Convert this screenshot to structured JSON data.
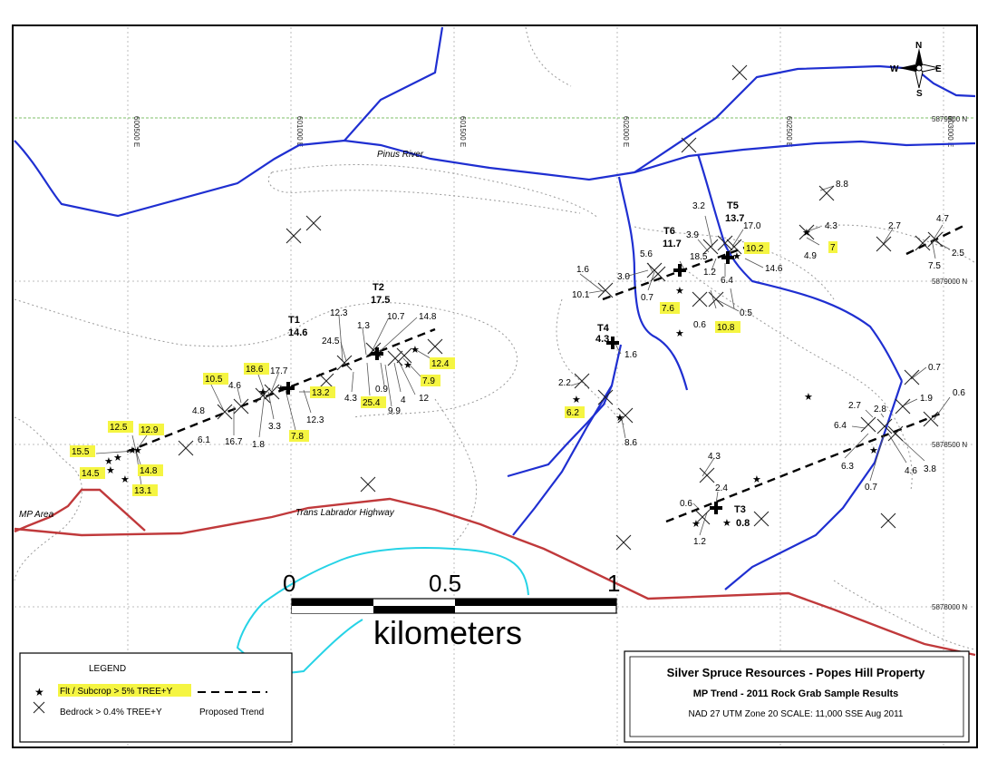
{
  "map": {
    "river_label": "Pinus River",
    "highway_label": "Trans Labrador Highway",
    "area_label": "MP Area",
    "grid_east": [
      "600500 E",
      "601000 E",
      "601500 E",
      "602000 E",
      "602500 E",
      "603000 E"
    ],
    "grid_north": [
      "5879500 N",
      "5879000 N",
      "5878500 N",
      "5878000 N"
    ],
    "colors": {
      "river": "#1f2fd1",
      "road": "#c0393b",
      "highlight": "#f5f542",
      "stream2": "#26d3e6"
    }
  },
  "north_arrow": {
    "n": "N",
    "s": "S",
    "e": "E",
    "w": "W"
  },
  "scale_bar": {
    "ticks": [
      "0",
      "0.5",
      "1"
    ],
    "unit": "kilometers"
  },
  "legend": {
    "title": "LEGEND",
    "float_label": "Flt / Subcrop > 5% TREE+Y",
    "bedrock_label": "Bedrock > 0.4% TREE+Y",
    "trend_label": "Proposed Trend"
  },
  "title_block": {
    "company": "Silver Spruce Resources - Popes Hill Property",
    "subtitle": "MP Trend - 2011 Rock Grab Sample Results",
    "info": "NAD 27 UTM Zone 20  SCALE: 11,000  SSE Aug 2011"
  },
  "trenches": [
    {
      "name": "T1",
      "value": "14.6"
    },
    {
      "name": "T2",
      "value": "17.5"
    },
    {
      "name": "T3",
      "value": "0.8"
    },
    {
      "name": "T4",
      "value": "4.3"
    },
    {
      "name": "T5",
      "value": "13.7"
    },
    {
      "name": "T6",
      "value": "11.7"
    }
  ],
  "samples": {
    "floats": [
      "12.5",
      "12.9",
      "15.5",
      "14.5",
      "14.8",
      "13.1",
      "10.5",
      "18.6",
      "13.2",
      "7.8",
      "25.4",
      "7.9",
      "12.4",
      "7.6",
      "10.8",
      "6.2",
      "10.2",
      "7"
    ],
    "bedrock": [
      "6.1",
      "4.8",
      "4.6",
      "16.7",
      "1.8",
      "3.3",
      "17.7",
      "12.3",
      "4.3",
      "24.5",
      "12.3",
      "1.3",
      "10.7",
      "14.8",
      "0.9",
      "9.9",
      "4",
      "12",
      "1.6",
      "10.1",
      "3.0",
      "5.6",
      "0.7",
      "2.2",
      "8.6",
      "1.6",
      "18.5",
      "3.9",
      "3.2",
      "17.0",
      "1.2",
      "6.4",
      "14.6",
      "0.6",
      "0.5",
      "8.8",
      "4.3",
      "4.9",
      "2.7",
      "4.7",
      "7.5",
      "2.5",
      "0.7",
      "0.6",
      "1.9",
      "2.7",
      "2.8",
      "6.4",
      "6.3",
      "4.6",
      "0.7",
      "3.8",
      "4.3",
      "2.4",
      "0.6",
      "1.2"
    ]
  }
}
